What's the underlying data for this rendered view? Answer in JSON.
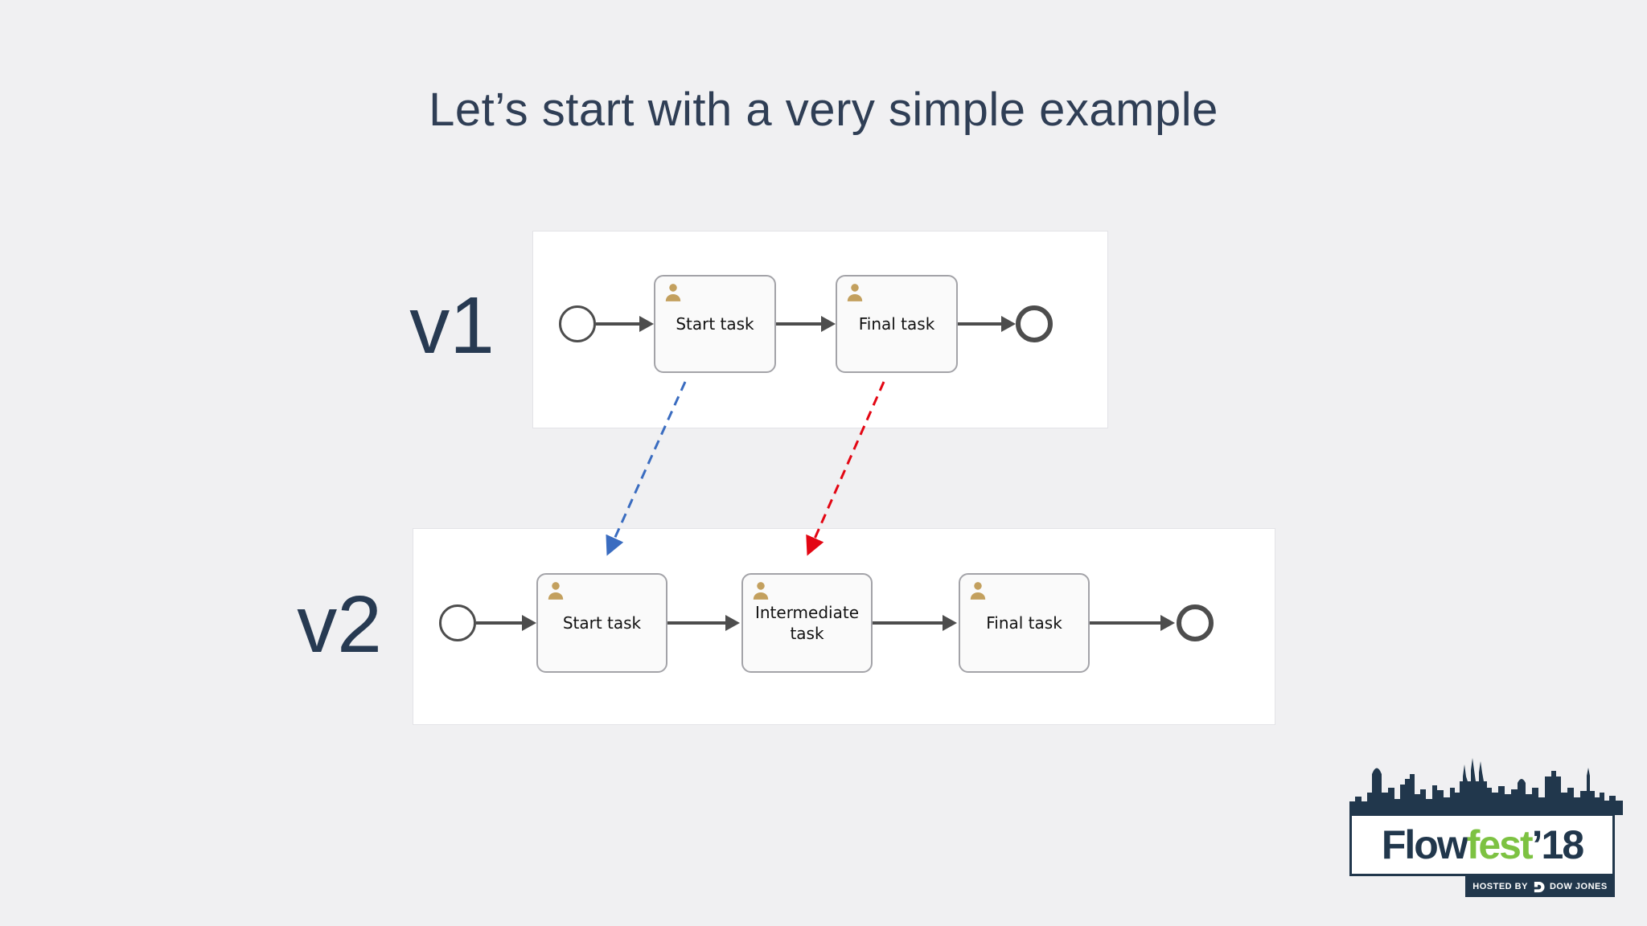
{
  "slide": {
    "title": "Let’s start with a very simple example"
  },
  "versions": {
    "v1": {
      "label": "v1",
      "tasks": [
        "Start task",
        "Final task"
      ]
    },
    "v2": {
      "label": "v2",
      "tasks": [
        "Start task",
        "Intermediate task",
        "Final task"
      ]
    }
  },
  "annotations": {
    "blue_dashed_arrow": {
      "from": "v1 Start task",
      "to": "v2 Start task",
      "color": "#3a6cc0"
    },
    "red_dashed_arrow": {
      "from": "v1 Final task",
      "to": "v2 Intermediate task",
      "color": "#e30613"
    }
  },
  "logo": {
    "flow": "Flow",
    "fest": "fest",
    "year": "’18",
    "hosted_by": "HOSTED BY",
    "brand": "DOW JONES",
    "colors": {
      "navy": "#21374c",
      "green": "#7dc242"
    }
  },
  "colors": {
    "background": "#f0f0f2",
    "title_text": "#2f3e55",
    "panel": "#ffffff",
    "task_fill": "#fafafa",
    "task_border": "#a3a3a8",
    "flow_stroke": "#4d4d4d",
    "user_icon": "#c3a05e"
  }
}
